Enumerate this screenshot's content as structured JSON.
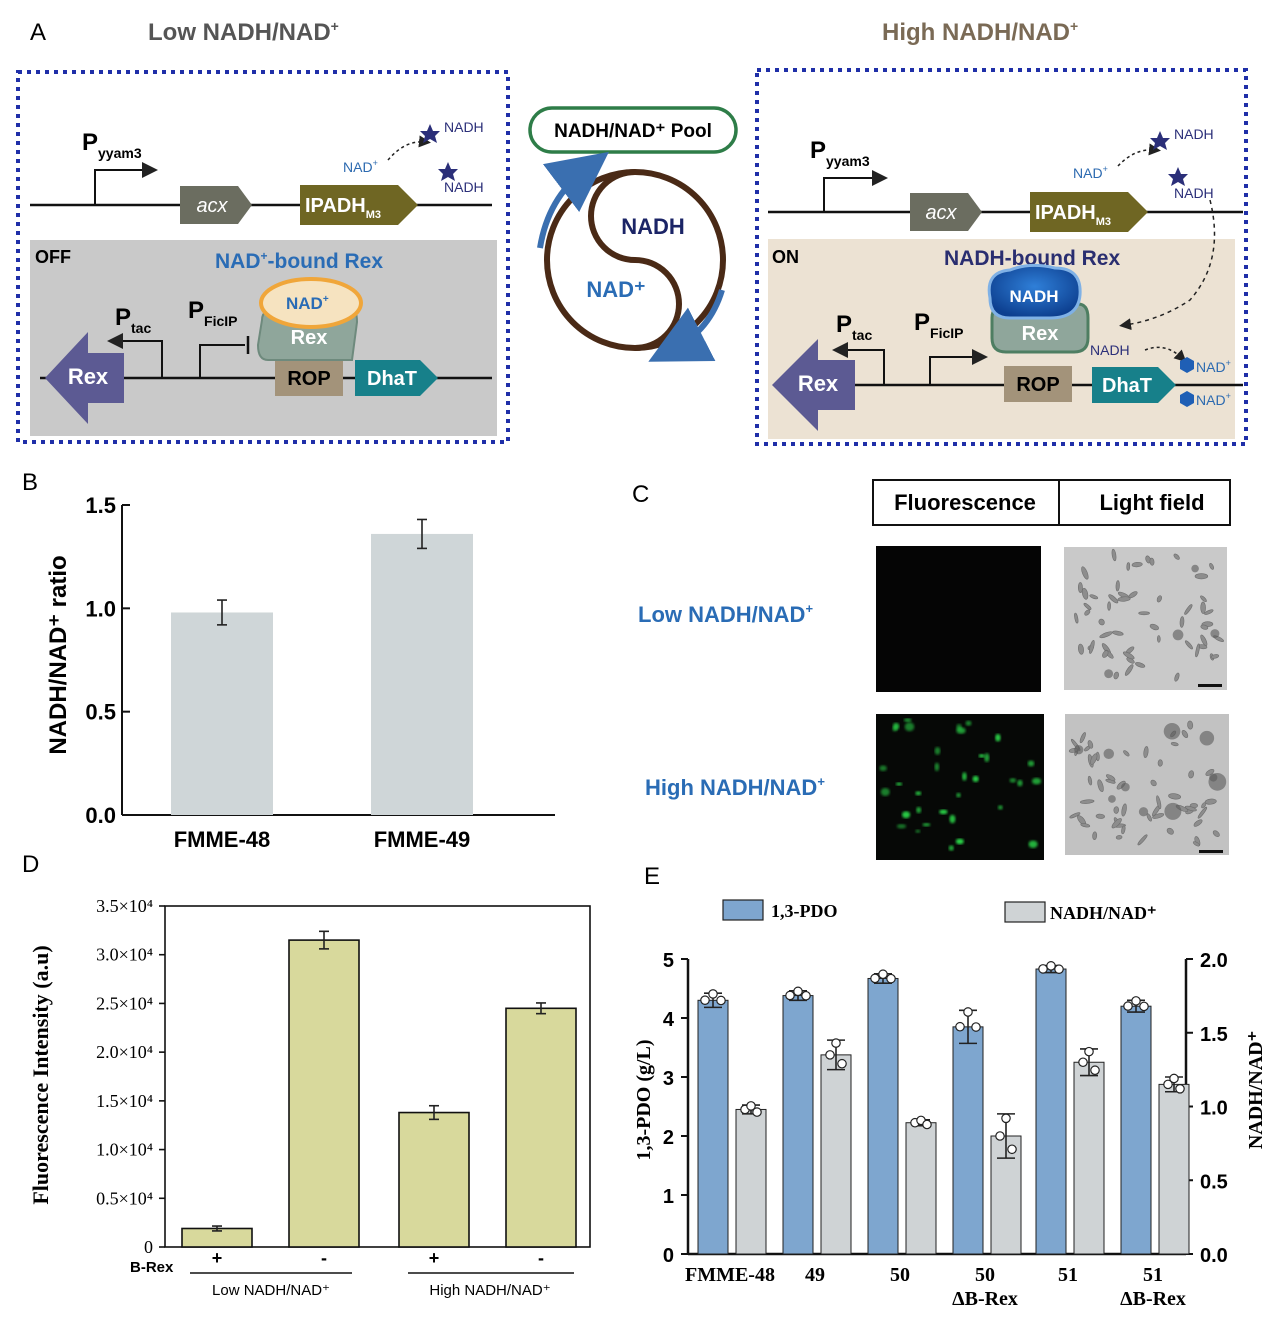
{
  "panel_letters": {
    "a": "A",
    "b": "B",
    "c": "C",
    "d": "D",
    "e": "E"
  },
  "panelA": {
    "left_title_main": "Low NADH/NAD",
    "left_title_sup": "+",
    "right_title_main": "High NADH/NAD",
    "right_title_sup": "+",
    "promoter_yyam3": {
      "p": "P",
      "sub": "yyam3"
    },
    "gene_acx": "acx",
    "gene_ipadh": {
      "main": "IPADH",
      "sub": "M3"
    },
    "nad_plus": "NAD",
    "sup_plus": "+",
    "nadh": "NADH",
    "off_label": "OFF",
    "on_label": "ON",
    "nad_bound_rex": {
      "main": "NAD",
      "sup": "+",
      "rest": "-bound Rex"
    },
    "nadh_bound_rex": "NADH-bound Rex",
    "promoter_tac": {
      "p": "P",
      "sub": "tac"
    },
    "promoter_ficlp": {
      "p": "P",
      "sub": "FicIP"
    },
    "rex": "Rex",
    "rop": "ROP",
    "dhat": "DhaT",
    "pool_label": "NADH/NAD⁺ Pool",
    "yin_nadh": "NADH",
    "yin_nad": "NAD⁺"
  },
  "chart_data": [
    {
      "panel": "B",
      "type": "bar",
      "ylabel": "NADH/NAD⁺ ratio",
      "categories": [
        "FMME-48",
        "FMME-49"
      ],
      "values": [
        0.98,
        1.36
      ],
      "errors": [
        0.06,
        0.07
      ],
      "ylim": [
        0,
        1.5
      ],
      "yticks": [
        "0.0",
        "0.5",
        "1.0",
        "1.5"
      ],
      "bar_color": "#cfd6d8"
    },
    {
      "panel": "D",
      "type": "bar",
      "ylabel": "Fluorescence Intensity (a.u)",
      "x_row_label": "B-Rex",
      "categories": [
        "+",
        "-",
        "+",
        "-"
      ],
      "groups": [
        "Low NADH/NAD⁺",
        "High NADH/NAD⁺"
      ],
      "values": [
        1900,
        31500,
        13800,
        24500
      ],
      "errors": [
        250,
        900,
        700,
        550
      ],
      "ylim": [
        0,
        35000
      ],
      "yticks": [
        "0",
        "0.5×10⁴",
        "1.0×10⁴",
        "1.5×10⁴",
        "2.0×10⁴",
        "2.5×10⁴",
        "3.0×10⁴",
        "3.5×10⁴"
      ],
      "bar_color": "#d8d99c"
    },
    {
      "panel": "E",
      "type": "bar",
      "ylabel_left": "1,3-PDO (g/L)",
      "ylabel_right": "NADH/NAD⁺",
      "categories": [
        "FMME-48",
        "49",
        "50",
        "50\nΔB-Rex",
        "51",
        "51\nΔB-Rex"
      ],
      "series": [
        {
          "name": "1,3-PDO",
          "axis": "left",
          "color": "#7ea6cf",
          "values": [
            4.3,
            4.38,
            4.67,
            3.85,
            4.83,
            4.2
          ],
          "errors": [
            0.12,
            0.08,
            0.08,
            0.28,
            0.06,
            0.1
          ]
        },
        {
          "name": "NADH/NAD⁺",
          "axis": "right",
          "color": "#cfd3d5",
          "values": [
            0.98,
            1.35,
            0.89,
            0.8,
            1.3,
            1.15
          ],
          "errors": [
            0.03,
            0.1,
            0.02,
            0.15,
            0.09,
            0.05
          ]
        }
      ],
      "ylim_left": [
        0,
        5
      ],
      "ylim_right": [
        0,
        2
      ],
      "yticks_left": [
        "0",
        "1",
        "2",
        "3",
        "4",
        "5"
      ],
      "yticks_right": [
        "0.0",
        "0.5",
        "1.0",
        "1.5",
        "2.0"
      ]
    }
  ],
  "panelC": {
    "col1": "Fluorescence",
    "col2": "Light field",
    "row1_main": "Low NADH/NAD",
    "row2_main": "High NADH/NAD",
    "sup": "+"
  }
}
